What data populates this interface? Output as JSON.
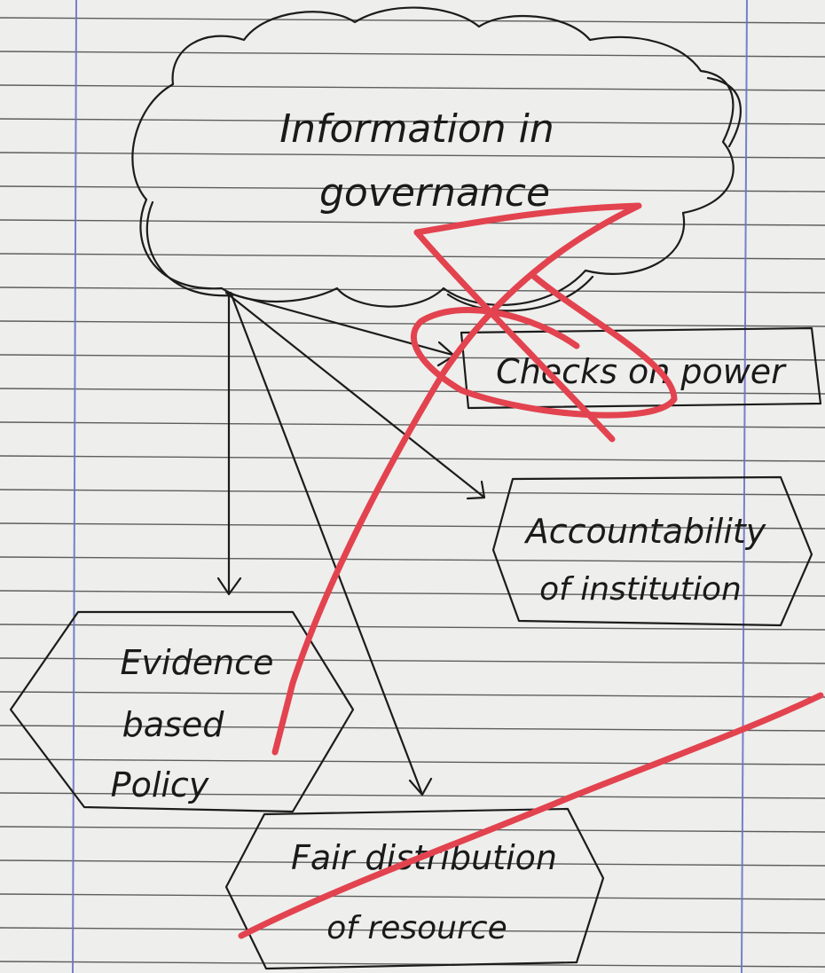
{
  "center_node": {
    "line1": "Information in",
    "line2": "governance"
  },
  "nodes": {
    "checks": "Checks on power",
    "accountability_line1": "Accountability",
    "accountability_line2": "of institution",
    "evidence_line1": "Evidence",
    "evidence_line2": "based",
    "evidence_line3": "Policy",
    "fair_line1": "Fair distribution",
    "fair_line2": "of resource"
  },
  "colors": {
    "paper": "#eeeeec",
    "rule_line": "#3a3a3a",
    "margin_line": "#6a73c9",
    "ink": "#1c1c1c",
    "strike": "#e2434f"
  }
}
